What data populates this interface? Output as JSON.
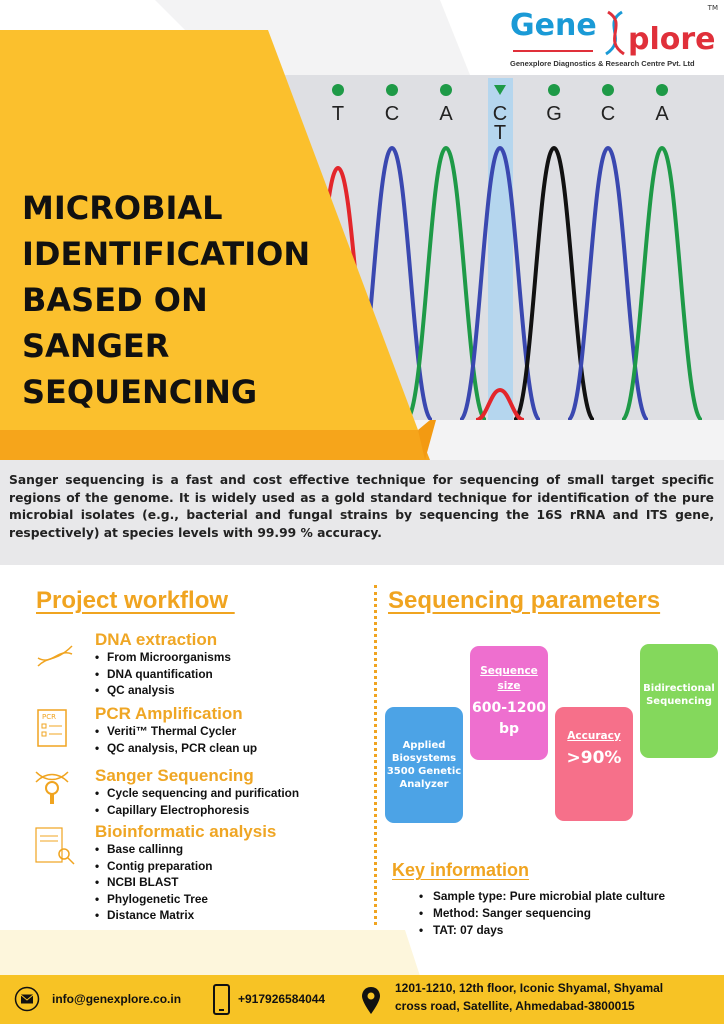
{
  "header": {
    "title": "MICROBIAL IDENTIFICATION BASED ON SANGER SEQUENCING",
    "logo": {
      "part1": "Gene",
      "part2": "plore",
      "tm": "TM",
      "subtitle": "Genexplore Diagnostics & Research Centre Pvt. Ltd"
    },
    "chromatogram": {
      "bases": [
        "T",
        "C",
        "A",
        "C",
        "G",
        "C",
        "A"
      ],
      "ambiguous_second": "T"
    }
  },
  "description": "Sanger sequencing is a fast and cost effective technique for sequencing of small target specific regions of the genome. It is widely used as a gold standard technique for identification of the pure microbial isolates (e.g., bacterial and fungal strains by sequencing the 16S rRNA and ITS gene, respectively) at species levels with 99.99 % accuracy.",
  "workflow": {
    "heading": "Project workflow ",
    "steps": [
      {
        "title": "DNA extraction",
        "items": [
          "From Microorganisms",
          "DNA quantification",
          "QC analysis"
        ]
      },
      {
        "title": "PCR Amplification",
        "items": [
          "Veriti™ Thermal Cycler",
          "QC analysis, PCR clean up"
        ]
      },
      {
        "title": "Sanger Sequencing",
        "items": [
          "Cycle sequencing and purification",
          "Capillary Electrophoresis"
        ]
      },
      {
        "title": "Bioinformatic analysis",
        "items": [
          "Base callinng",
          "Contig preparation",
          "NCBI BLAST",
          "Phylogenetic Tree",
          "Distance Matrix"
        ]
      }
    ]
  },
  "parameters": {
    "heading": "Sequencing parameters",
    "instrument": "Applied Biosystems 3500 Genetic Analyzer",
    "size_label": "Sequence size",
    "size_value": "600-1200 bp",
    "accuracy_label": "Accuracy",
    "accuracy_value": ">90%",
    "bidirectional": "Bidirectional Sequencing"
  },
  "key_info": {
    "heading": "Key information",
    "items": [
      "Sample type: Pure microbial plate culture",
      "Method: Sanger sequencing",
      "TAT: 07 days"
    ]
  },
  "footer": {
    "email": "info@genexplore.co.in",
    "phone": "+917926584044",
    "address_line1": "1201-1210, 12th floor, Iconic Shyamal, Shyamal",
    "address_line2": "cross road, Satellite, Ahmedabad-3800015"
  },
  "colors": {
    "yellow": "#fbc02d",
    "orange": "#f0a420",
    "blue": "#4ca3e6",
    "pink": "#ee6fcf",
    "red": "#f6708a",
    "green": "#84d85c"
  }
}
